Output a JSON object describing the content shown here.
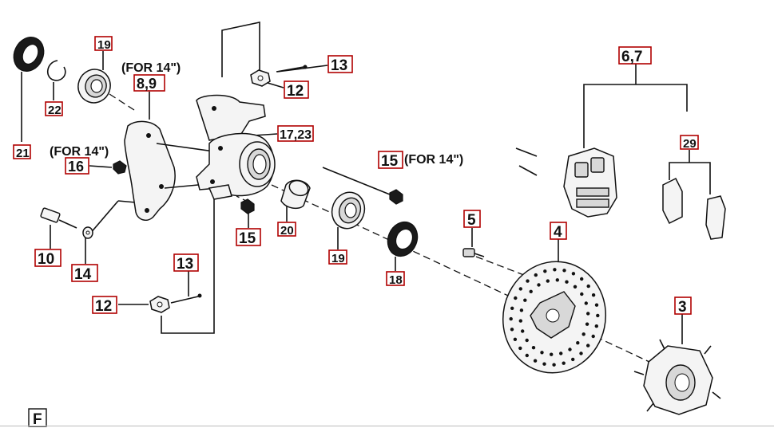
{
  "callouts": [
    {
      "id": "c21",
      "text": "21"
    },
    {
      "id": "c22",
      "text": "22"
    },
    {
      "id": "c19a",
      "text": "19"
    },
    {
      "id": "c89",
      "text": "8,9"
    },
    {
      "id": "c16",
      "text": "16"
    },
    {
      "id": "c10",
      "text": "10"
    },
    {
      "id": "c14",
      "text": "14"
    },
    {
      "id": "c13a",
      "text": "13"
    },
    {
      "id": "c12a",
      "text": "12"
    },
    {
      "id": "c13b",
      "text": "13"
    },
    {
      "id": "c12b",
      "text": "12"
    },
    {
      "id": "c1723",
      "text": "17,23"
    },
    {
      "id": "c15a",
      "text": "15"
    },
    {
      "id": "c15b",
      "text": "15"
    },
    {
      "id": "c20",
      "text": "20"
    },
    {
      "id": "c19b",
      "text": "19"
    },
    {
      "id": "c18",
      "text": "18"
    },
    {
      "id": "c5",
      "text": "5"
    },
    {
      "id": "c4",
      "text": "4"
    },
    {
      "id": "c67",
      "text": "6,7"
    },
    {
      "id": "c29",
      "text": "29"
    },
    {
      "id": "c3",
      "text": "3"
    }
  ],
  "notes": {
    "for14_a": "(FOR 14\")",
    "for14_b": "(FOR 14\")",
    "for14_c": "(FOR 14\")"
  },
  "logo_text": "F"
}
